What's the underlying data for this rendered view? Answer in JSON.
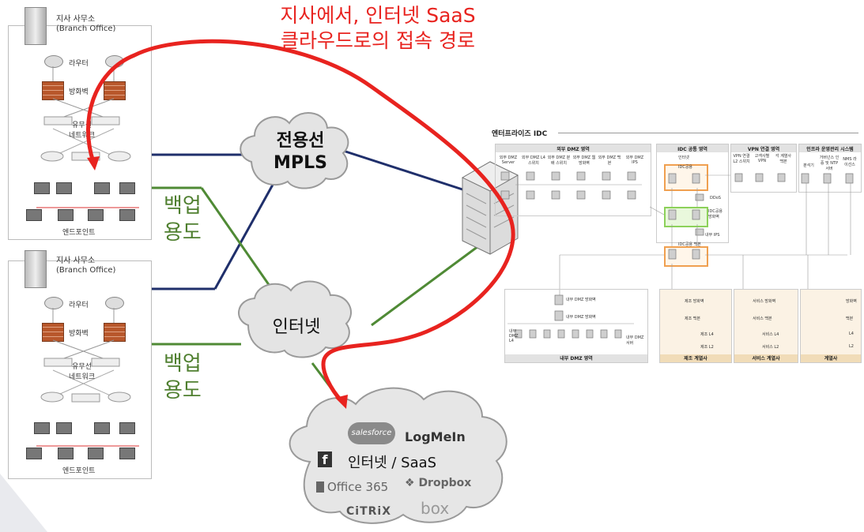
{
  "title": {
    "line1": "지사에서, 인터넷 SaaS",
    "line2": "클라우드로의 접속 경로",
    "color": "#e8231f"
  },
  "branches": [
    {
      "title_ko": "지사 사무소",
      "title_en": "(Branch Office)",
      "router": "라우터",
      "firewall": "방화벽",
      "network_line1": "유무선",
      "network_line2": "네트워크",
      "endpoint": "엔드포인트"
    },
    {
      "title_ko": "지사 사무소",
      "title_en": "(Branch Office)",
      "router": "라우터",
      "firewall": "방화벽",
      "network_line1": "유무선",
      "network_line2": "네트워크",
      "endpoint": "엔드포인트"
    }
  ],
  "clouds": {
    "mpls_line1": "전용선",
    "mpls_line2": "MPLS",
    "internet": "인터넷",
    "saas_label": "인터넷 / SaaS"
  },
  "backup": {
    "top_line1": "백업",
    "top_line2": "용도",
    "bottom_line1": "백업",
    "bottom_line2": "용도"
  },
  "saas_logos": {
    "salesforce": "salesforce",
    "logmein": "LogMeIn",
    "facebook_icon": "f",
    "office": "Office 365",
    "dropbox": "Dropbox",
    "citrix": "CiTRiX",
    "box": "box"
  },
  "idc": {
    "title": "엔터프라이즈 IDC",
    "sections": {
      "external_dmz": "외부 DMZ 영역",
      "idc_common": "IDC 공통 영역",
      "vpn": "VPN 연결 영역",
      "infra_ops": "인프라 운영관리 시스템",
      "internal_dmz": "내부 DMZ 영역",
      "manufacturing": "제조 계열사",
      "service": "서비스 계열사",
      "affiliate": "계열사"
    },
    "device_labels": {
      "ext_cols": [
        "외부 DMZ Server",
        "외부 DMZ L4 스위치",
        "외부 DMZ 분배 스위치",
        "외부 DMZ 웹 방화벽",
        "외부 DMZ 백본",
        "외부 DMZ IPS"
      ],
      "internet_label": "인터넷",
      "idc_external": "IDC공용",
      "ddos": "DDoS",
      "idc_fw": "IDC공용 방화벽",
      "internal_ips": "내부 IPS",
      "idc_backbone": "IDC공용 백본",
      "vpn_cols": [
        "VPN 연결 L2 스위치",
        "고객사별 VPN",
        "각 계열사 백본"
      ],
      "infra_cols": [
        "분석기",
        "거버넌스 인증 및 NTP 서버",
        "NMS 라이선스"
      ],
      "int_fw1": "내부 DMZ 방화벽",
      "int_fw2": "내부 DMZ 방화벽",
      "int_l4": "내부 DMZ L4",
      "int_server": "내부 DMZ 서버",
      "mfg_fw": "제조 방화벽",
      "mfg_bb": "제조 백본",
      "mfg_l4": "제조 L4",
      "mfg_l2": "제조 L2",
      "svc_fw": "서비스 방화벽",
      "svc_bb": "서비스 백본",
      "svc_l4": "서비스 L4",
      "svc_l2": "서비스 L2",
      "aff_fw": "방화벽",
      "aff_bb": "백본",
      "aff_l4": "L4",
      "aff_l2": "L2"
    }
  },
  "colors": {
    "navy_line": "#1f2f6b",
    "green_line": "#4f8a35",
    "red_arrow": "#e8231f",
    "firewall": "#b8572b",
    "orange_box": "#f0a050",
    "green_box": "#8cd15a"
  }
}
